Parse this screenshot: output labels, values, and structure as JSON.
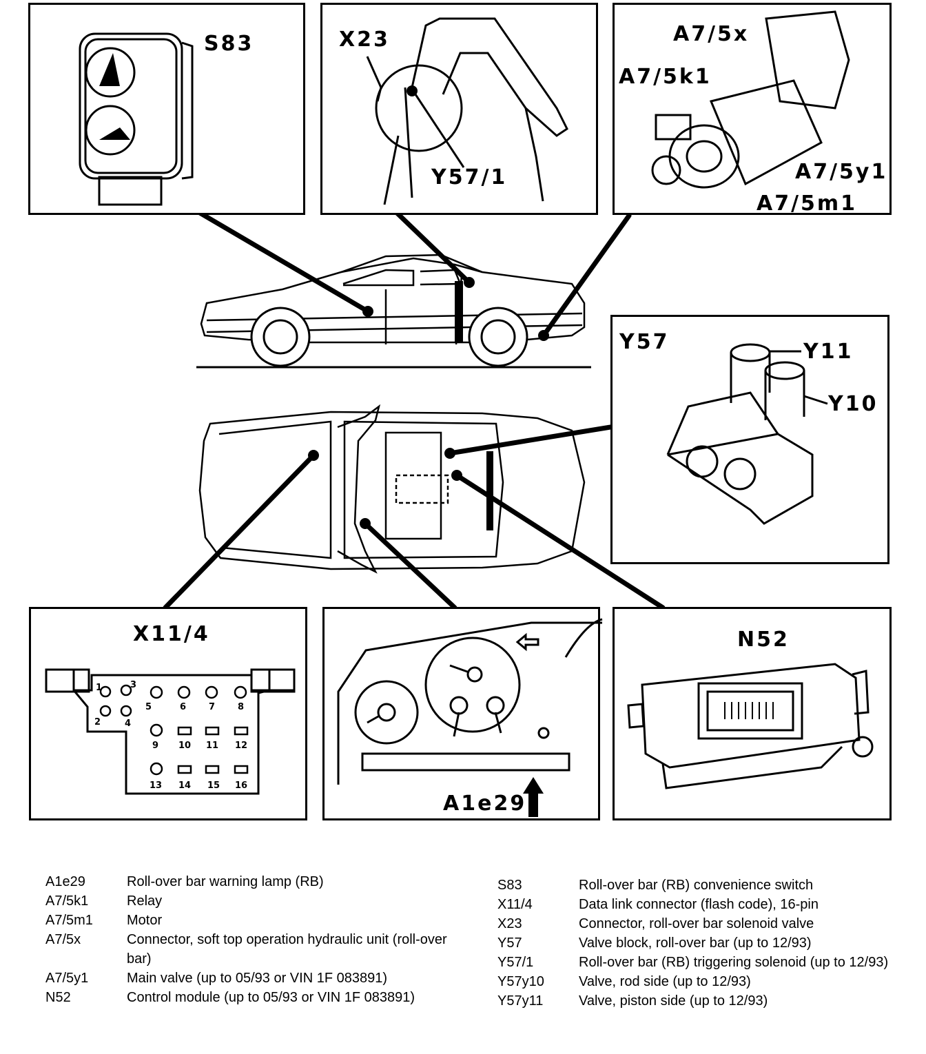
{
  "panels": {
    "s83": "S83",
    "x23": "X23",
    "y57_1": "Y57/1",
    "a7_5x": "A7/5x",
    "a7_5k1": "A7/5k1",
    "a7_5y1": "A7/5y1",
    "a7_5m1": "A7/5m1",
    "y57": "Y57",
    "y11": "Y11",
    "y10": "Y10",
    "x11_4": "X11/4",
    "a1e29": "A1e29",
    "n52": "N52"
  },
  "connector_pins": [
    "1",
    "2",
    "3",
    "4",
    "5",
    "6",
    "7",
    "8",
    "9",
    "10",
    "11",
    "12",
    "13",
    "14",
    "15",
    "16"
  ],
  "legend_left": [
    {
      "code": "A1e29",
      "desc": "Roll-over bar warning lamp (RB)"
    },
    {
      "code": "A7/5k1",
      "desc": "Relay"
    },
    {
      "code": "A7/5m1",
      "desc": "Motor"
    },
    {
      "code": "A7/5x",
      "desc": "Connector, soft top operation hydraulic unit (roll-over bar)"
    },
    {
      "code": "A7/5y1",
      "desc": "Main valve (up to 05/93 or VIN 1F 083891)"
    },
    {
      "code": "N52",
      "desc": "Control module (up to 05/93 or VIN 1F 083891)"
    }
  ],
  "legend_right": [
    {
      "code": "S83",
      "desc": "Roll-over bar (RB) convenience switch"
    },
    {
      "code": "X11/4",
      "desc": "Data link connector (flash code), 16-pin"
    },
    {
      "code": "X23",
      "desc": "Connector, roll-over bar solenoid valve"
    },
    {
      "code": "Y57",
      "desc": "Valve block, roll-over bar (up to 12/93)"
    },
    {
      "code": "Y57/1",
      "desc": "Roll-over bar (RB) triggering solenoid (up to 12/93)"
    },
    {
      "code": "Y57y10",
      "desc": "Valve, rod side (up to 12/93)"
    },
    {
      "code": "Y57y11",
      "desc": "Valve, piston side (up to 12/93)"
    }
  ]
}
